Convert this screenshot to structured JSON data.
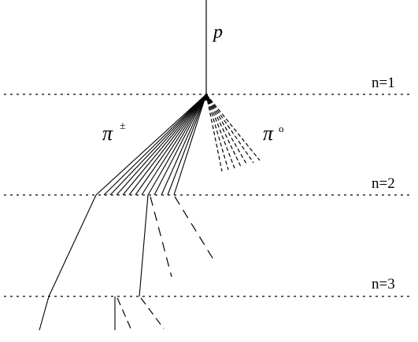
{
  "labels": {
    "primary": "p",
    "charged_pion": "π",
    "charged_pion_sup": "±",
    "neutral_pion": "π",
    "neutral_pion_sup": "o",
    "level_1": "n=1",
    "level_2": "n=2",
    "level_3": "n=3"
  },
  "style": {
    "line_color": "#000000",
    "background": "#ffffff"
  }
}
